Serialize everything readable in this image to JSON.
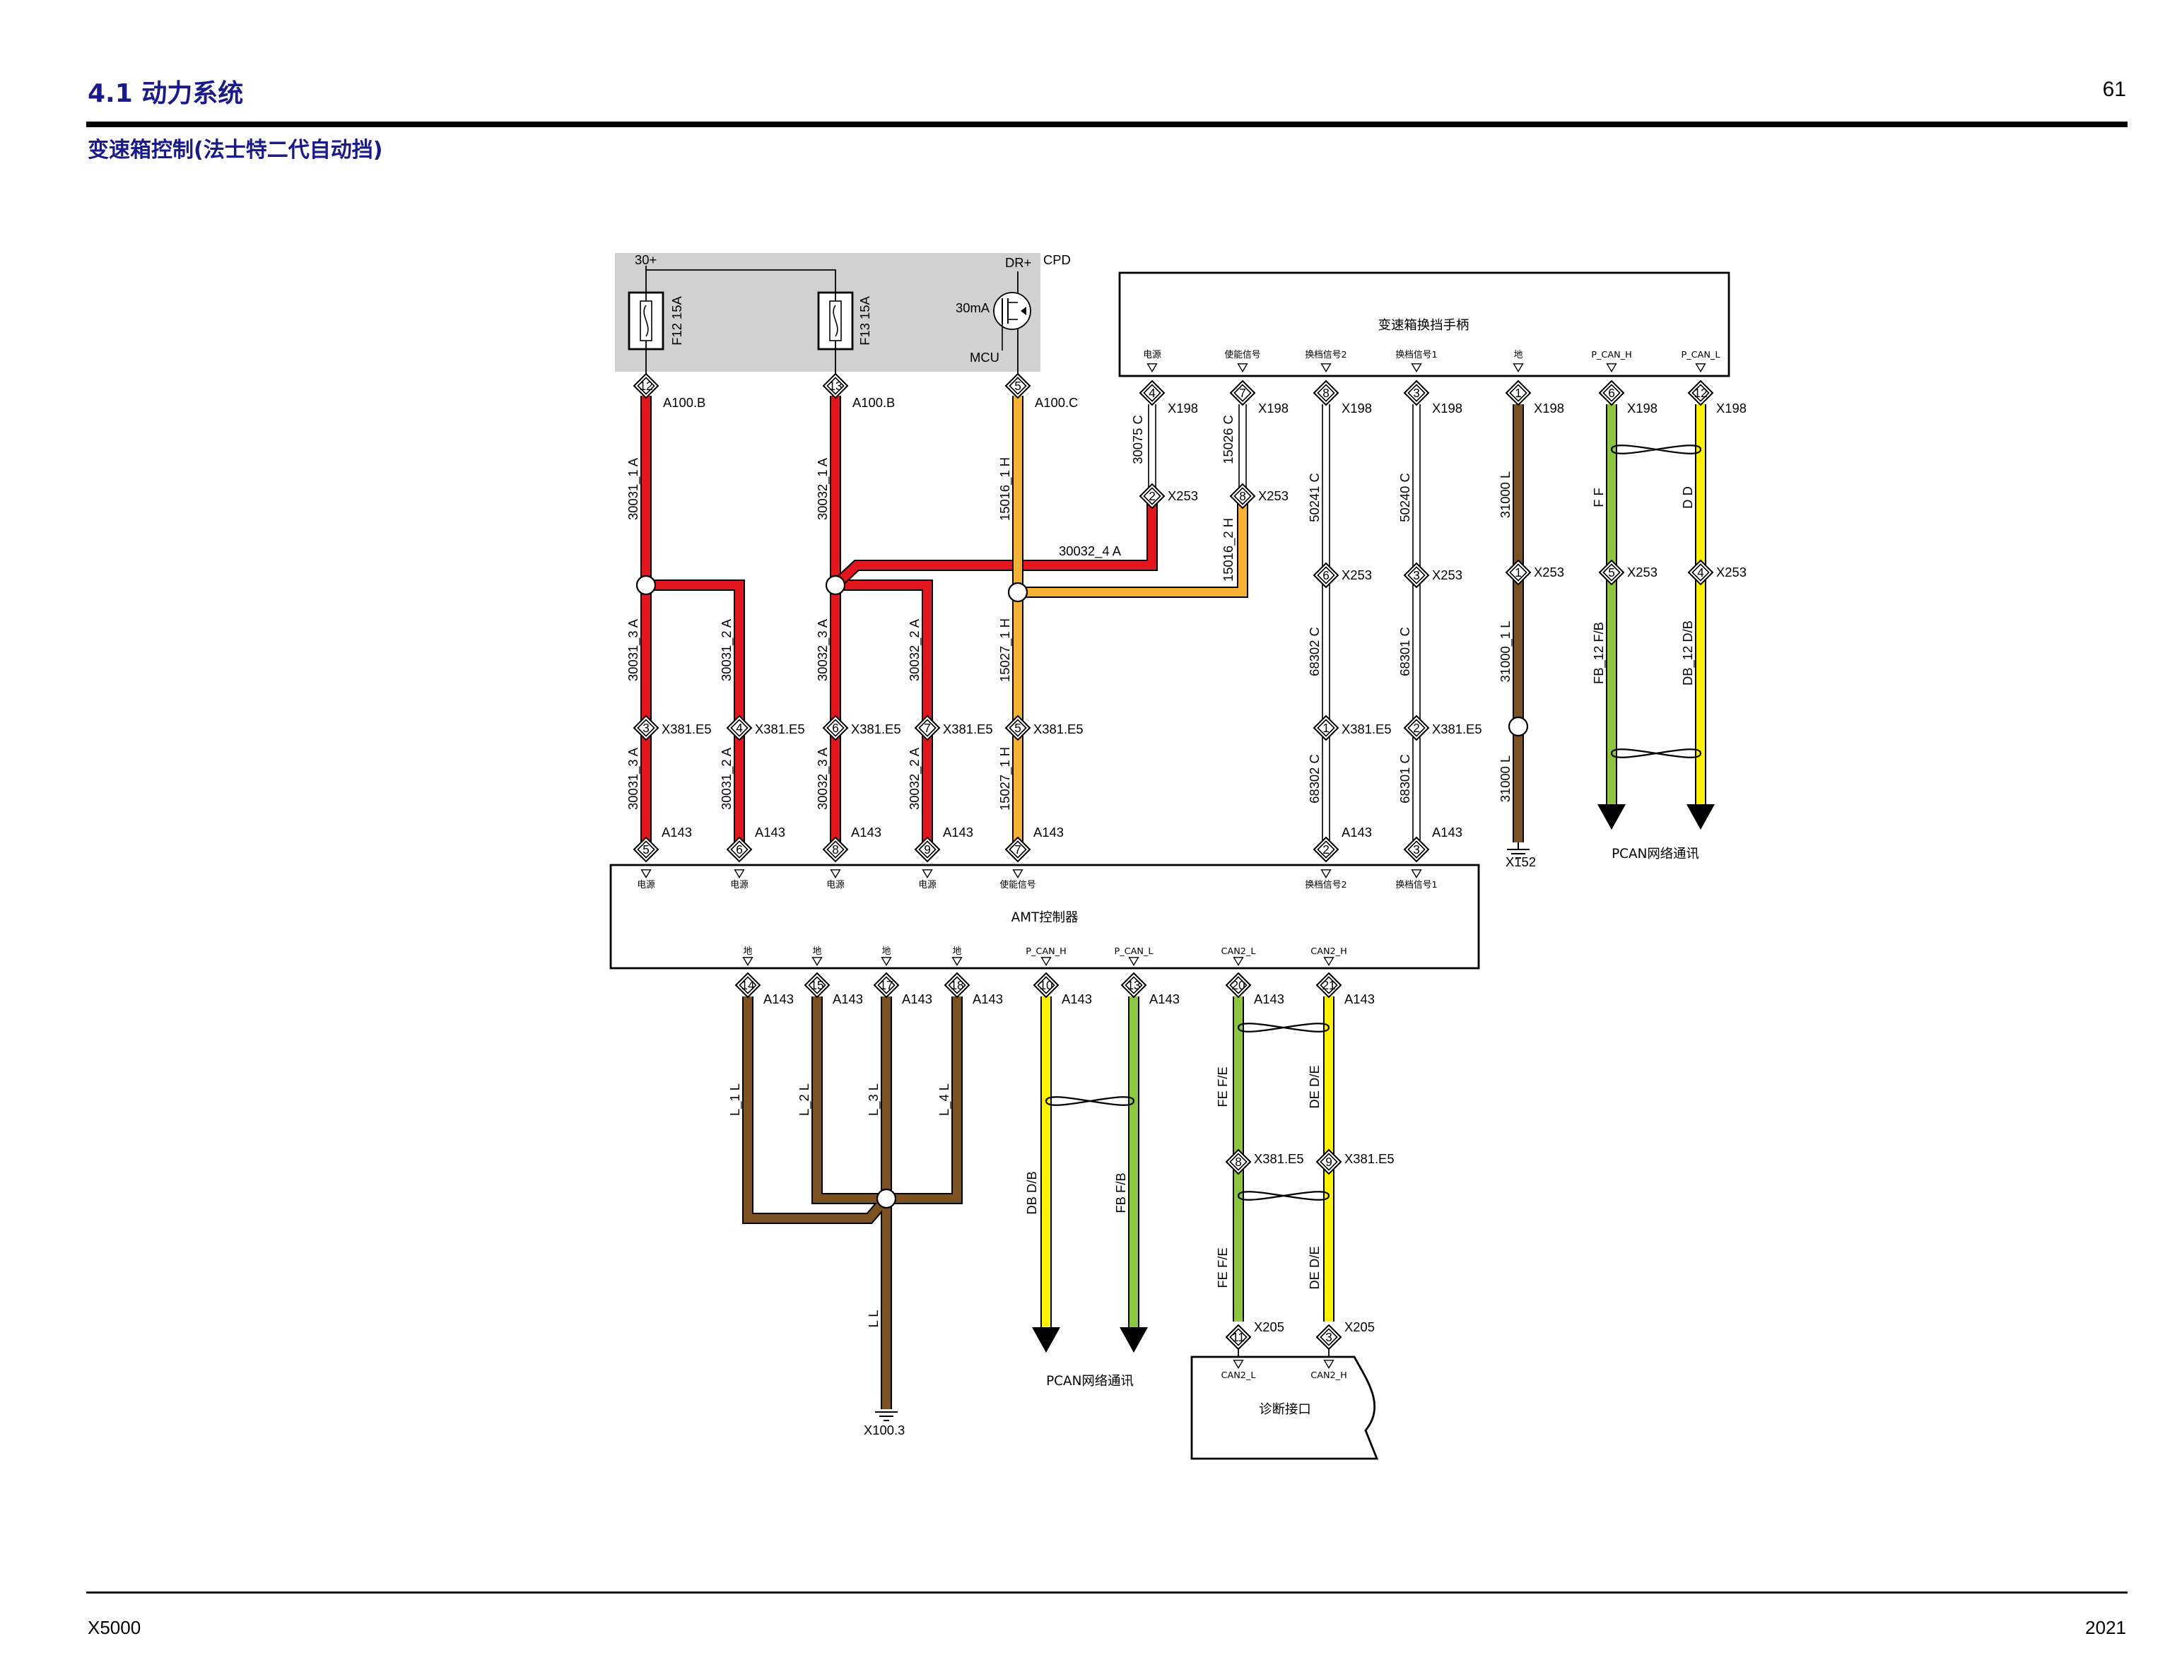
{
  "header": {
    "section": "4.1 动力系统",
    "page": "61",
    "title": "变速箱控制(法士特二代自动挡)"
  },
  "footer": {
    "model": "X5000",
    "year": "2021"
  },
  "colors": {
    "red": "#e2171d",
    "orange": "#f7b233",
    "brown": "#7c5221",
    "green": "#8dc63f",
    "yellow": "#fff200",
    "heading": "#1a1a8c",
    "fuse_box": "#d1d1d1"
  },
  "power_box": {
    "label_30": "30+",
    "label_dr": "DR+",
    "label_cpd": "CPD",
    "label_30ma": "30mA",
    "label_mcu": "MCU",
    "fuse1": "F12  15A",
    "fuse2": "F13  15A"
  },
  "shifter": {
    "title": "变速箱换挡手柄",
    "pins": [
      {
        "name": "电源",
        "num": "4",
        "conn": "X198"
      },
      {
        "name": "使能信号",
        "num": "7",
        "conn": "X198"
      },
      {
        "name": "换档信号2",
        "num": "8",
        "conn": "X198"
      },
      {
        "name": "换档信号1",
        "num": "3",
        "conn": "X198"
      },
      {
        "name": "地",
        "num": "1",
        "conn": "X198"
      },
      {
        "name": "P_CAN_H",
        "num": "6",
        "conn": "X198"
      },
      {
        "name": "P_CAN_L",
        "num": "12",
        "conn": "X198"
      }
    ]
  },
  "amt": {
    "title": "AMT控制器",
    "top_pins": [
      {
        "name": "电源",
        "num": "5",
        "conn": "A143"
      },
      {
        "name": "电源",
        "num": "6",
        "conn": "A143"
      },
      {
        "name": "电源",
        "num": "8",
        "conn": "A143"
      },
      {
        "name": "电源",
        "num": "9",
        "conn": "A143"
      },
      {
        "name": "使能信号",
        "num": "7",
        "conn": "A143"
      },
      {
        "name": "换档信号2",
        "num": "2",
        "conn": "A143"
      },
      {
        "name": "换档信号1",
        "num": "3",
        "conn": "A143"
      }
    ],
    "bottom_pins": [
      {
        "name": "地",
        "num": "14",
        "conn": "A143"
      },
      {
        "name": "地",
        "num": "15",
        "conn": "A143"
      },
      {
        "name": "地",
        "num": "17",
        "conn": "A143"
      },
      {
        "name": "地",
        "num": "18",
        "conn": "A143"
      },
      {
        "name": "P_CAN_H",
        "num": "10",
        "conn": "A143"
      },
      {
        "name": "P_CAN_L",
        "num": "13",
        "conn": "A143"
      },
      {
        "name": "CAN2_L",
        "num": "20",
        "conn": "A143"
      },
      {
        "name": "CAN2_H",
        "num": "21",
        "conn": "A143"
      }
    ]
  },
  "diag": {
    "title": "诊断接口",
    "pin_l": "CAN2_L",
    "pin_h": "CAN2_H",
    "num_l": "11",
    "num_h": "3",
    "conn": "X205"
  },
  "connectors": {
    "a100b": "A100.B",
    "a100c": "A100.C",
    "x253": "X253",
    "x381": "X381.E5",
    "x152": "X152",
    "x1003": "X100.3",
    "pin12": "12",
    "pin13": "13",
    "pin5": "5",
    "x253_pins": [
      "2",
      "8",
      "6",
      "3",
      "1",
      "5",
      "4"
    ],
    "x381_pins": [
      "3",
      "4",
      "6",
      "7",
      "5",
      "1",
      "2"
    ],
    "x381_can": [
      "8",
      "9"
    ]
  },
  "wires": {
    "w30031_1": "30031_1  A",
    "w30031_3": "30031_3  A",
    "w30031_2": "30031_2  A",
    "w30032_1": "30032_1  A",
    "w30032_3": "30032_3  A",
    "w30032_2": "30032_2  A",
    "w30032_4": "30032_4  A",
    "w15016_1": "15016_1  H",
    "w15027_1": "15027_1  H",
    "w15016_2": "15016_2  H",
    "w30075": "30075  C",
    "w15026": "15026  C",
    "w50241": "50241  C",
    "w50240": "50240  C",
    "w68302": "68302  C",
    "w68301": "68301  C",
    "w31000": "31000  L",
    "w31000_1": "31000_1  L",
    "wff": "F  F",
    "wdd": "D  D",
    "wfb12": "FB_12  F/B",
    "wdb12": "DB_12  D/B",
    "wl1": "L_1  L",
    "wl2": "L_2  L",
    "wl3": "L_3  L",
    "wl4": "L_4  L",
    "wll": "L  L",
    "wdb": "DB  D/B",
    "wfb": "FB  F/B",
    "wfe": "FE  F/E",
    "wde": "DE  D/E",
    "pcan": "PCAN网络通讯"
  }
}
